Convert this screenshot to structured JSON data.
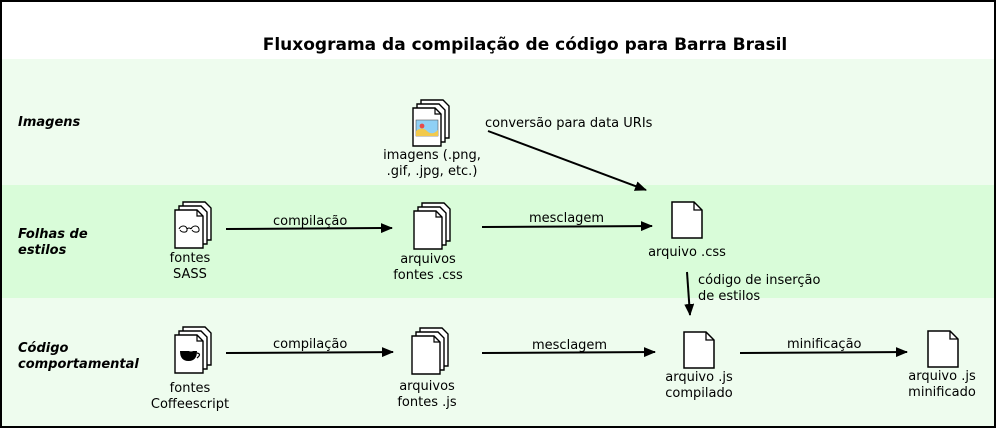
{
  "title": "Fluxograma da compilação de código para Barra Brasil",
  "colors": {
    "band_images": "#eefcee",
    "band_styles": "#d9fcd9",
    "band_behavior": "#eefcee",
    "line": "#000000"
  },
  "lanes": [
    {
      "label": "Imagens"
    },
    {
      "label": "Folhas de\nestilos"
    },
    {
      "label": "Código\ncomportamental"
    }
  ],
  "nodes": {
    "images": {
      "caption": "imagens (.png,\n.gif, .jpg, etc.)",
      "icon": "image-files-icon"
    },
    "sass_sources": {
      "caption": "fontes\nSASS",
      "icon": "sass-files-icon"
    },
    "css_sources": {
      "caption": "arquivos\nfontes .css",
      "icon": "css-files-icon"
    },
    "css_file": {
      "caption": "arquivo .css",
      "icon": "file-icon"
    },
    "coffee_sources": {
      "caption": "fontes\nCoffeescript",
      "icon": "coffee-files-icon"
    },
    "js_sources": {
      "caption": "arquivos\nfontes .js",
      "icon": "js-files-icon"
    },
    "js_compiled": {
      "caption": "arquivo .js\ncompilado",
      "icon": "file-icon"
    },
    "js_minified": {
      "caption": "arquivo .js\nminificado",
      "icon": "file-icon"
    }
  },
  "edges": {
    "images_to_css": "conversão para data URIs",
    "sass_compile": "compilação",
    "css_merge": "mesclagem",
    "css_insert": "código de inserção\nde estilos",
    "coffee_compile": "compilação",
    "js_merge": "mesclagem",
    "js_minify": "minificação"
  }
}
